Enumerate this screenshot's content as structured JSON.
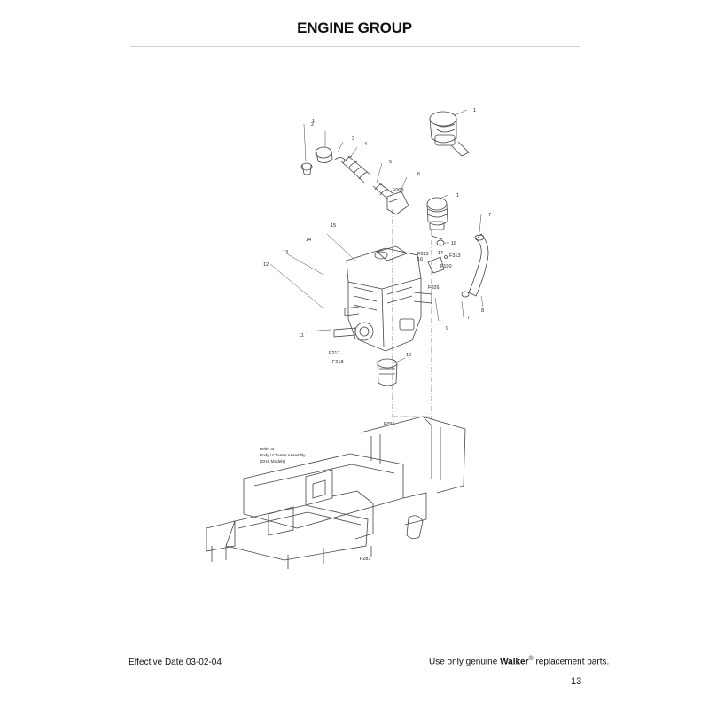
{
  "header": {
    "title": "ENGINE GROUP"
  },
  "diagram": {
    "callouts": [
      "1",
      "1",
      "2",
      "3",
      "4",
      "5",
      "6",
      "1",
      "7",
      "7",
      "8",
      "9",
      "10",
      "11",
      "12",
      "13",
      "14",
      "15",
      "16",
      "17",
      "18",
      "F009",
      "F023",
      "F313",
      "F190",
      "F026",
      "F217",
      "F218",
      "F091",
      "F281"
    ],
    "note_lines": [
      "Refer to",
      "Body / Chassis Assembly",
      "(GHS Models)"
    ]
  },
  "footer": {
    "effective_date": "Effective Date 03-02-04",
    "notice_prefix": "Use only genuine",
    "brand": "Walker",
    "registered_mark": "®",
    "notice_suffix": "replacement parts.",
    "page_number": "13"
  }
}
